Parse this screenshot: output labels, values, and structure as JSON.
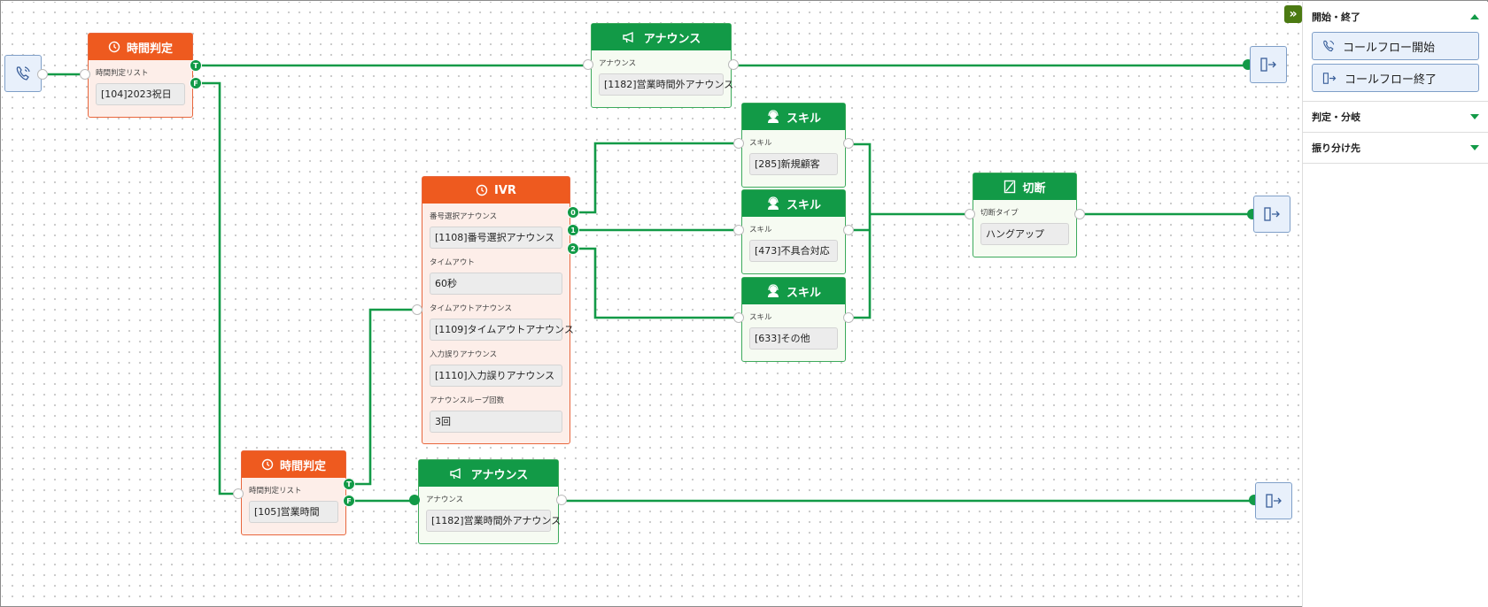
{
  "nodes": {
    "time1": {
      "title": "時間判定",
      "label": "時間判定リスト",
      "value": "[104]2023祝日",
      "port_t": "T",
      "port_f": "F"
    },
    "announce1": {
      "title": "アナウンス",
      "label": "アナウンス",
      "value": "[1182]営業時間外アナウンス"
    },
    "ivr": {
      "title": "IVR",
      "fields": [
        {
          "label": "番号選択アナウンス",
          "value": "[1108]番号選択アナウンス"
        },
        {
          "label": "タイムアウト",
          "value": "60秒"
        },
        {
          "label": "タイムアウトアナウンス",
          "value": "[1109]タイムアウトアナウンス"
        },
        {
          "label": "入力誤りアナウンス",
          "value": "[1110]入力誤りアナウンス"
        },
        {
          "label": "アナウンスループ回数",
          "value": "3回"
        }
      ],
      "ports": [
        "0",
        "1",
        "2"
      ]
    },
    "skill1": {
      "title": "スキル",
      "label": "スキル",
      "value": "[285]新規顧客"
    },
    "skill2": {
      "title": "スキル",
      "label": "スキル",
      "value": "[473]不具合対応"
    },
    "skill3": {
      "title": "スキル",
      "label": "スキル",
      "value": "[633]その他"
    },
    "disconnect": {
      "title": "切断",
      "label": "切断タイプ",
      "value": "ハングアップ"
    },
    "time2": {
      "title": "時間判定",
      "label": "時間判定リスト",
      "value": "[105]営業時間",
      "port_t": "T",
      "port_f": "F"
    },
    "announce2": {
      "title": "アナウンス",
      "label": "アナウンス",
      "value": "[1182]営業時間外アナウンス"
    }
  },
  "sidebar": {
    "toggle": "»",
    "sections": [
      {
        "title": "開始・終了",
        "open": true,
        "items": [
          "コールフロー開始",
          "コールフロー終了"
        ]
      },
      {
        "title": "判定・分岐",
        "open": false
      },
      {
        "title": "振り分け先",
        "open": false
      }
    ]
  },
  "colors": {
    "orange": "#ee5a1f",
    "green": "#129a47",
    "terminal_bg": "#e8f0fb"
  },
  "icons": {
    "start": "phone-icon",
    "end": "exit-door-icon",
    "time": "clock-icon",
    "announce": "megaphone-icon",
    "skill": "operator-icon",
    "disconnect": "disconnect-icon"
  }
}
